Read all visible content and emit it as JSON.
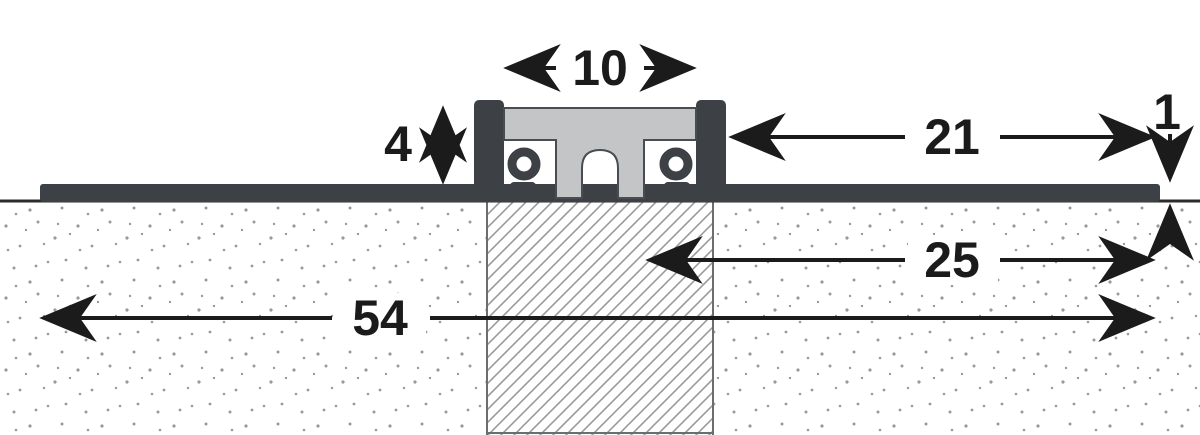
{
  "diagram": {
    "type": "technical-cross-section",
    "subject": "tile-movement-joint-profile",
    "dimension_labels": {
      "top_gap": "10",
      "profile_height": "4",
      "right_flange": "21",
      "flange_thickness": "1",
      "center_to_edge": "25",
      "overall_width": "54"
    },
    "colors": {
      "profile_dark": "#3d4145",
      "insert_gray": "#c4c5c6",
      "dimension_line": "#1b1b1b",
      "stipple_dot": "#9a9a9a",
      "hatch_line": "#9a9a9a",
      "background": "#ffffff"
    }
  }
}
